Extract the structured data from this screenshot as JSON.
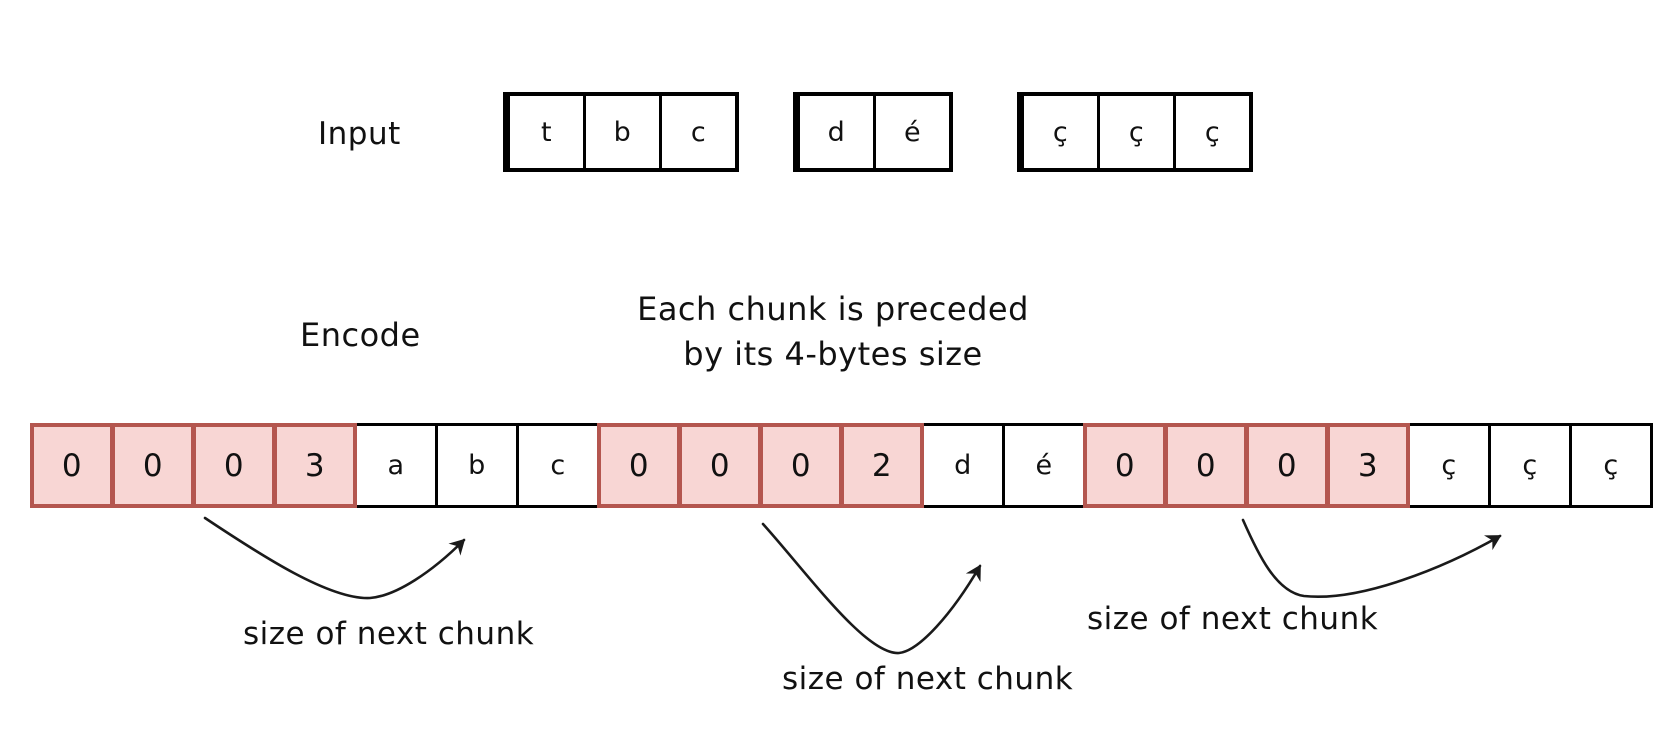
{
  "input": {
    "label": "Input",
    "chunks": [
      [
        "t",
        "b",
        "c"
      ],
      [
        "d",
        "é"
      ],
      [
        "ç",
        "ç",
        "ç"
      ]
    ]
  },
  "encode": {
    "label": "Encode",
    "note_line1": "Each chunk is preceded",
    "note_line2": "by its 4-bytes size"
  },
  "encoded_stream": {
    "cells": [
      {
        "ch": "0",
        "kind": "size"
      },
      {
        "ch": "0",
        "kind": "size"
      },
      {
        "ch": "0",
        "kind": "size"
      },
      {
        "ch": "3",
        "kind": "size"
      },
      {
        "ch": "a",
        "kind": "data"
      },
      {
        "ch": "b",
        "kind": "data"
      },
      {
        "ch": "c",
        "kind": "data"
      },
      {
        "ch": "0",
        "kind": "size"
      },
      {
        "ch": "0",
        "kind": "size"
      },
      {
        "ch": "0",
        "kind": "size"
      },
      {
        "ch": "2",
        "kind": "size"
      },
      {
        "ch": "d",
        "kind": "data"
      },
      {
        "ch": "é",
        "kind": "data"
      },
      {
        "ch": "0",
        "kind": "size"
      },
      {
        "ch": "0",
        "kind": "size"
      },
      {
        "ch": "0",
        "kind": "size"
      },
      {
        "ch": "3",
        "kind": "size"
      },
      {
        "ch": "ç",
        "kind": "data"
      },
      {
        "ch": "ç",
        "kind": "data"
      },
      {
        "ch": "ç",
        "kind": "data"
      }
    ]
  },
  "annotations": [
    {
      "text": "size of next chunk"
    },
    {
      "text": "size of next chunk"
    },
    {
      "text": "size of next chunk"
    }
  ],
  "colors": {
    "size_cell_fill": "#f8d6d4",
    "size_cell_border": "#b4564f",
    "data_cell_border": "#000000",
    "background": "#ffffff"
  }
}
